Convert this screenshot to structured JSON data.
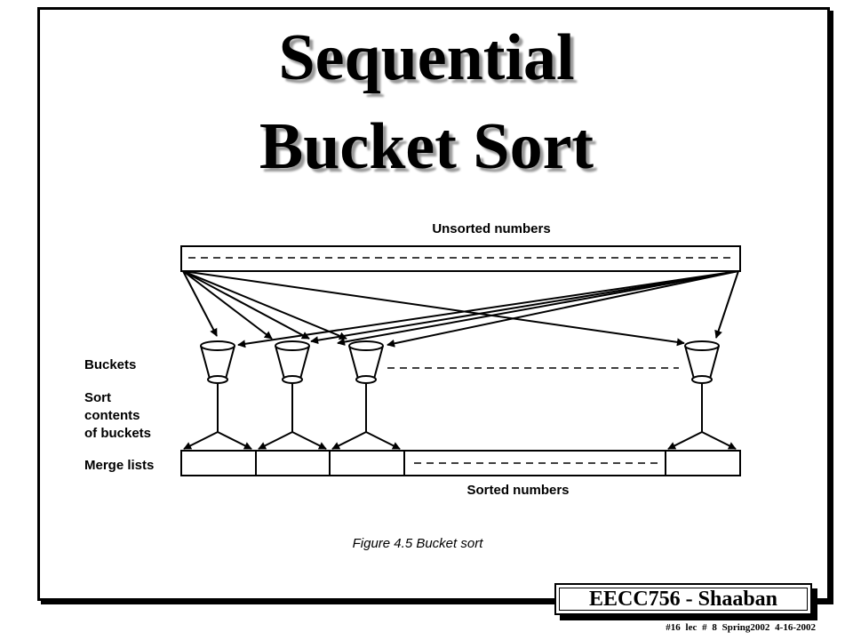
{
  "slide": {
    "title_line1": "Sequential",
    "title_line2": "Bucket Sort",
    "course": "EECC756 - Shaaban",
    "footer": "#16  lec # 8   Spring2002   4-16-2002"
  },
  "diagram": {
    "top_label": "Unsorted numbers",
    "bottom_label": "Sorted numbers",
    "caption": "Figure 4.5 Bucket sort",
    "row_labels": {
      "buckets": "Buckets",
      "sort_line1": "Sort",
      "sort_line2": "contents",
      "sort_line3": "of buckets",
      "merge": "Merge lists"
    }
  }
}
